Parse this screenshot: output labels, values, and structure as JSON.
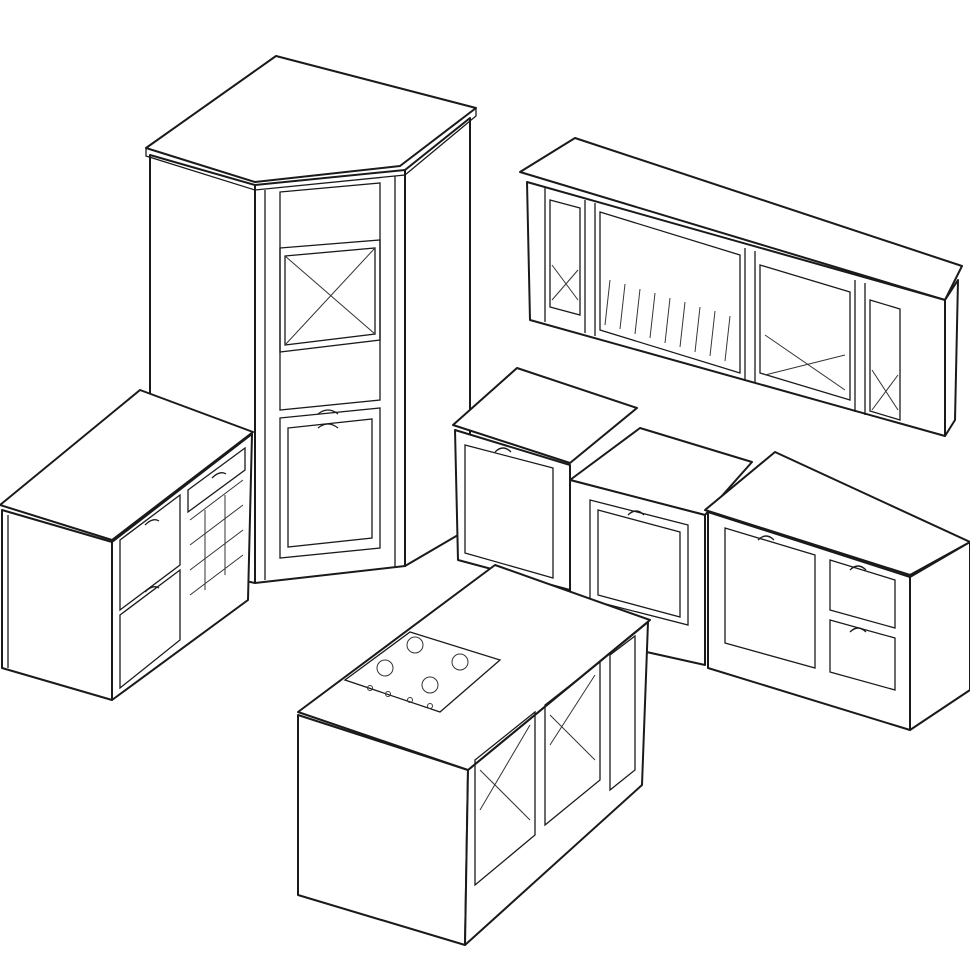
{
  "drawing": {
    "style": "isometric line drawing",
    "line_color": "#1a1a1a",
    "background": "#ffffff",
    "objects": [
      "tall-corner-cabinet",
      "wall-cabinet-with-plate-rack",
      "left-base-cabinet-with-wine-rack",
      "base-cabinet-run",
      "kitchen-island-with-cooktop"
    ]
  }
}
